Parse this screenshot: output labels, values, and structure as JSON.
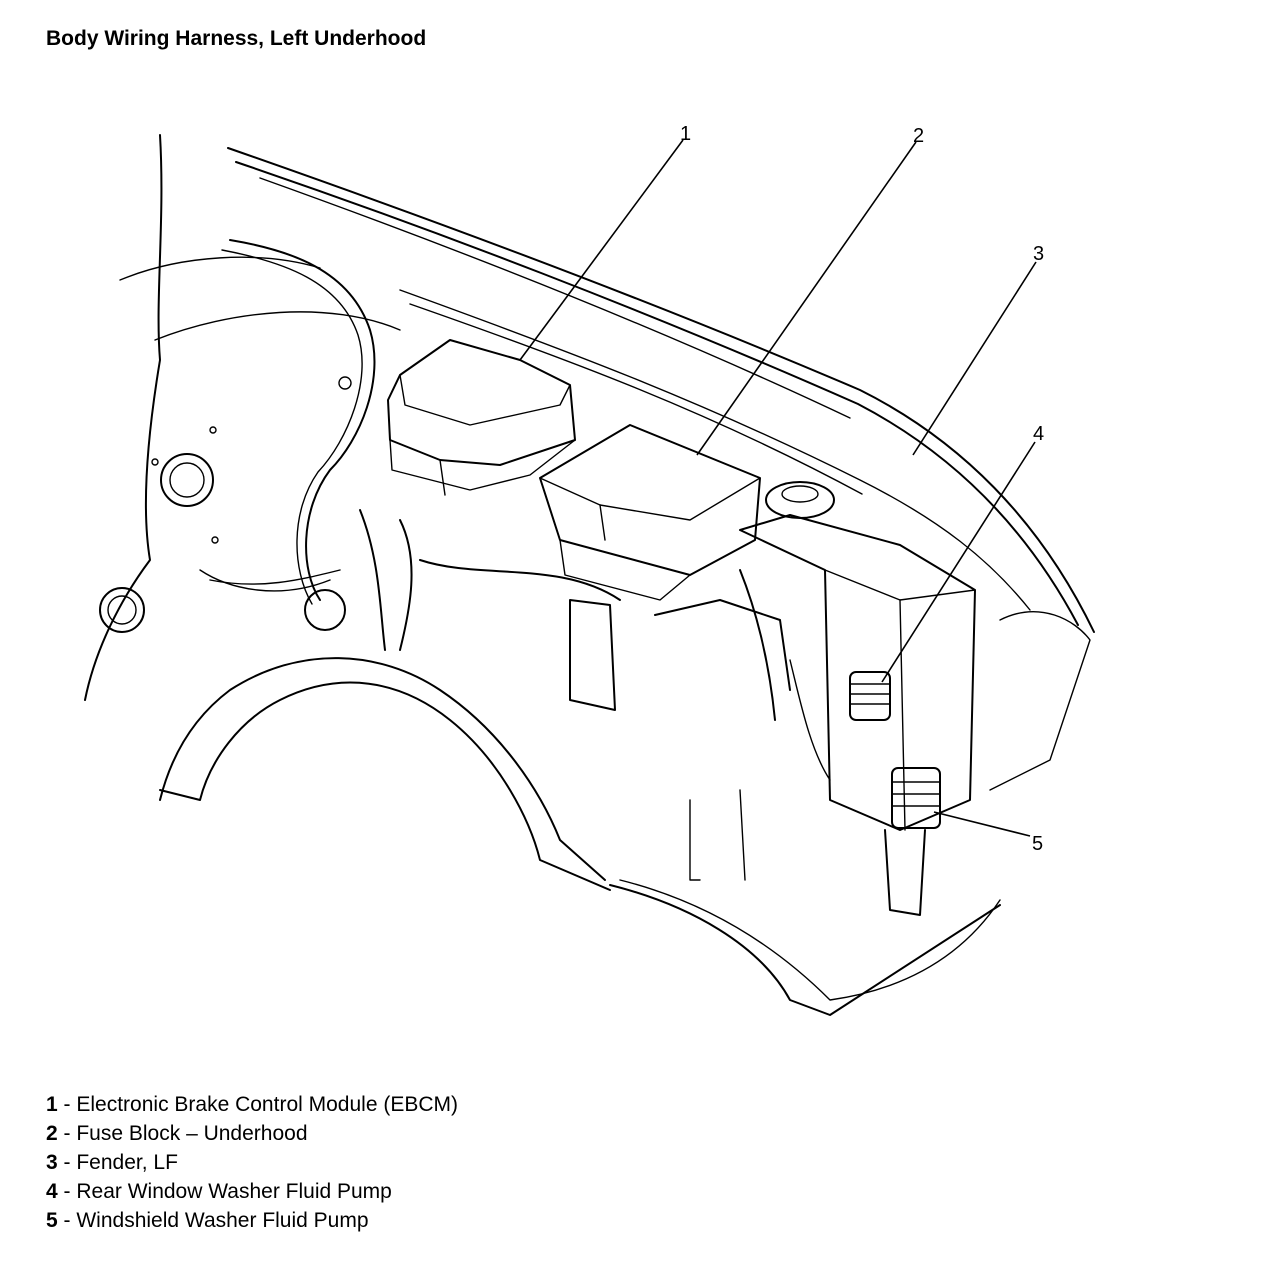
{
  "title": "Body Wiring Harness, Left Underhood",
  "callouts": [
    {
      "number": "1"
    },
    {
      "number": "2"
    },
    {
      "number": "3"
    },
    {
      "number": "4"
    },
    {
      "number": "5"
    }
  ],
  "legend": [
    {
      "number": "1",
      "label": "Electronic Brake Control Module (EBCM)"
    },
    {
      "number": "2",
      "label": "Fuse Block – Underhood"
    },
    {
      "number": "3",
      "label": "Fender, LF"
    },
    {
      "number": "4",
      "label": "Rear Window Washer Fluid Pump"
    },
    {
      "number": "5",
      "label": "Windshield Washer Fluid Pump"
    }
  ]
}
